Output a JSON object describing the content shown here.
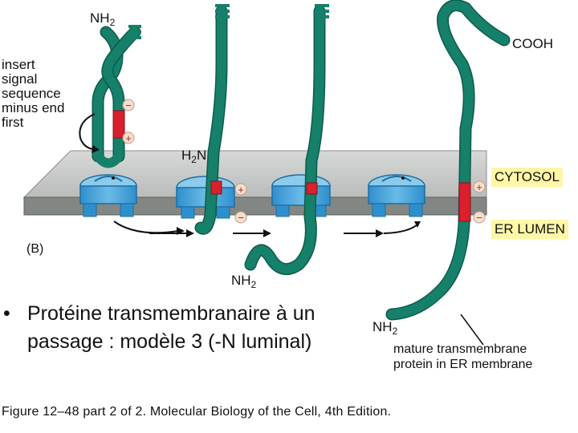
{
  "labels": {
    "insert_note": [
      "insert",
      "signal",
      "sequence",
      "minus end",
      "first"
    ],
    "nh2_top": {
      "main": "NH",
      "sub": "2"
    },
    "h2n_mid": {
      "main": "H",
      "sub": "2",
      "tail": "N"
    },
    "nh2_bottom": {
      "main": "NH",
      "sub": "2"
    },
    "nh2_right": {
      "main": "NH",
      "sub": "2"
    },
    "cooh": "COOH",
    "cytosol": "CYTOSOL",
    "er_lumen": "ER LUMEN",
    "part": "(B)",
    "mature_protein": [
      "mature transmembrane",
      "protein in ER membrane"
    ],
    "plus": "+",
    "minus": "−"
  },
  "bullet": {
    "mark": "•",
    "text": "Protéine transmembranaire à un passage : modèle 3 (-N luminal)"
  },
  "caption": "Figure 12–48 part 2 of 2. Molecular Biology of the Cell, 4th Edition.",
  "colors": {
    "protein": "#16806a",
    "protein_dark": "#0d5c4b",
    "signal": "#d9202c",
    "membrane_top": "#c9cbc9",
    "membrane_side": "#7f8380",
    "translocon": "#3aa0d8",
    "translocon_light": "#8ccbec",
    "highlight": "#fff6a6"
  }
}
